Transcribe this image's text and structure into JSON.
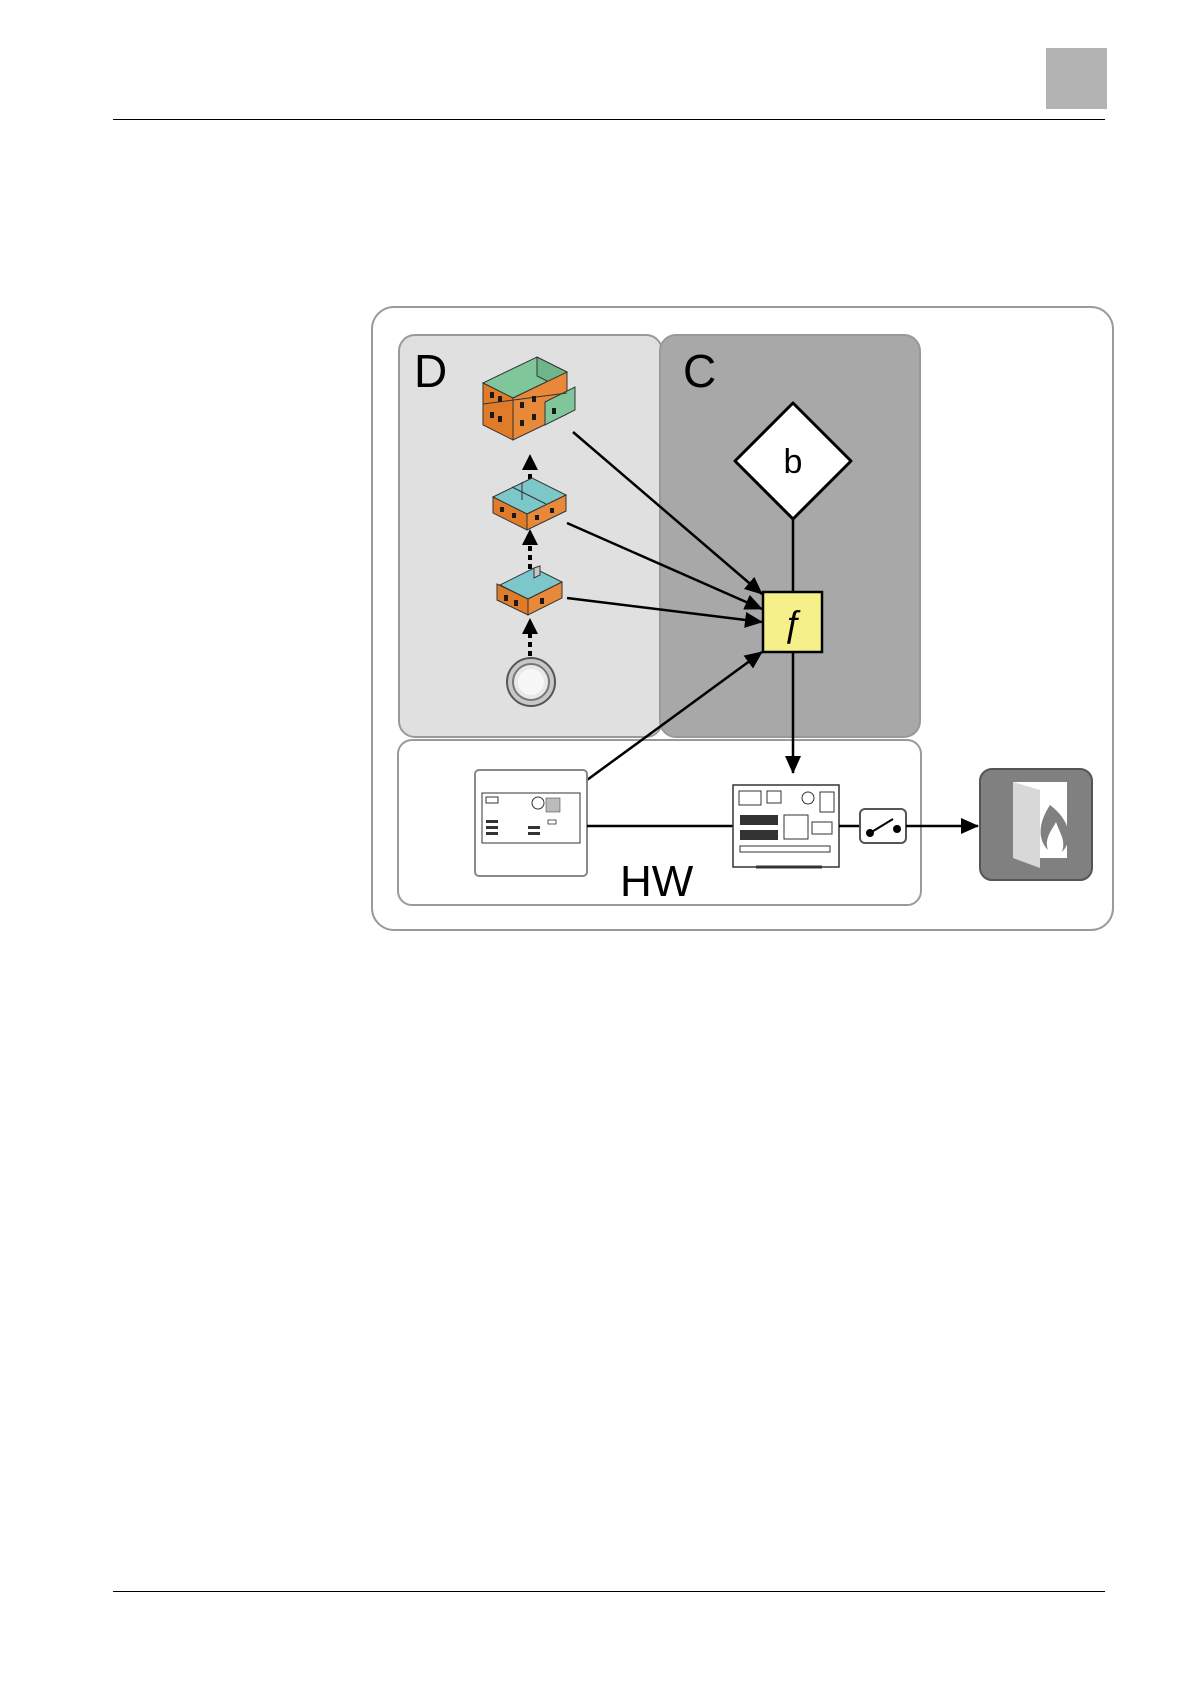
{
  "chapter_tab": {
    "color": "#b3b3b3"
  },
  "diagram": {
    "zones": {
      "d": {
        "label": "D",
        "color": "#e0e0e0"
      },
      "c": {
        "label": "C",
        "color": "#a8a8a8"
      },
      "hw": {
        "label": "HW",
        "color": "#ffffff"
      }
    },
    "decision_label": "b",
    "function_label": "ƒ",
    "function_color": "#f5f08a",
    "icons": [
      "building-icon",
      "floor-icon",
      "room-icon",
      "detector-icon",
      "control-panel-icon",
      "circuit-board-icon",
      "switch-icon",
      "fire-door-icon"
    ]
  }
}
